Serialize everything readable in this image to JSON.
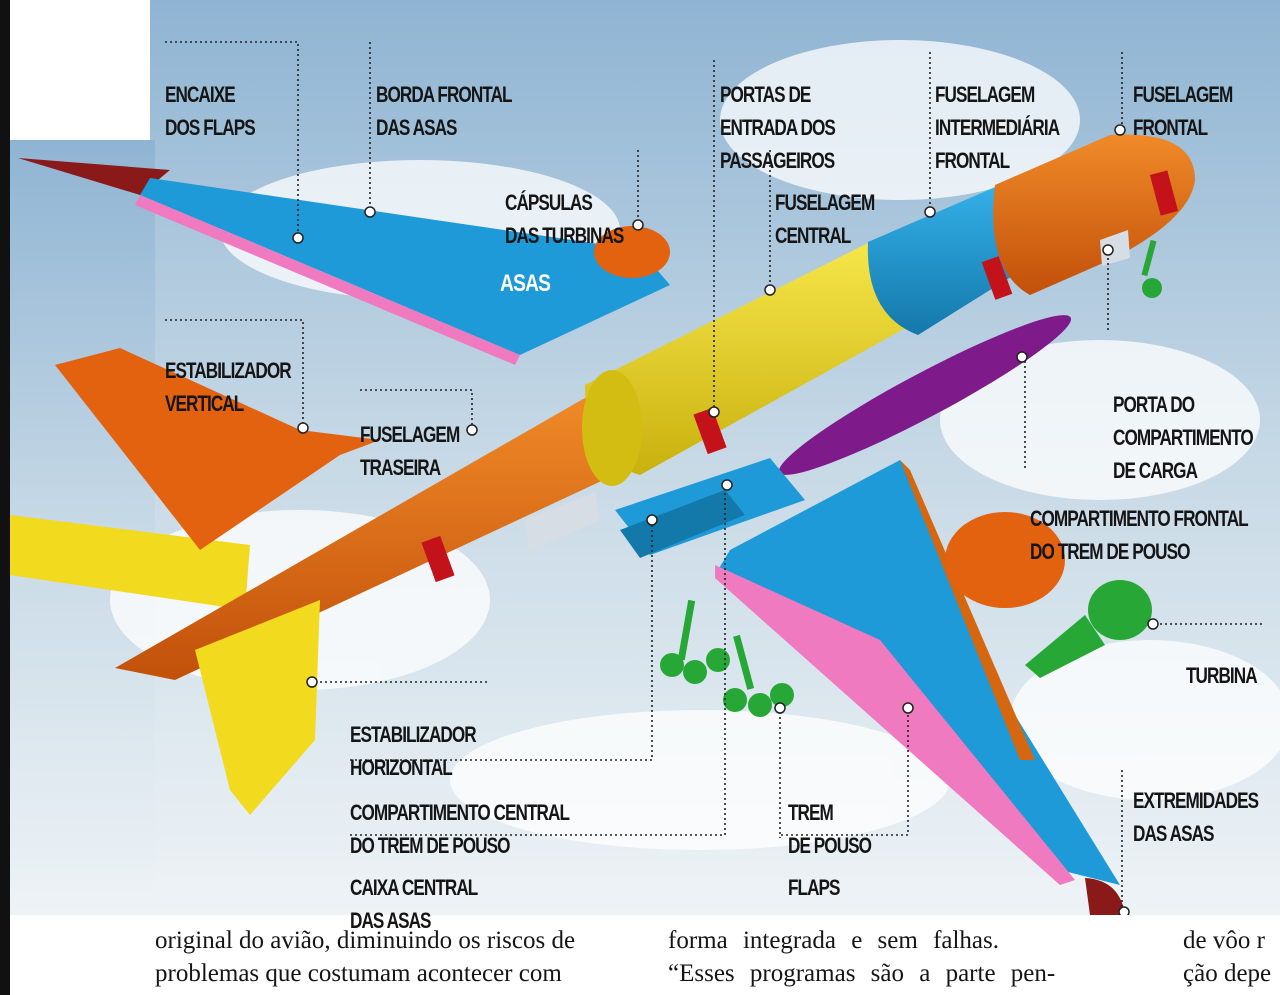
{
  "labels": {
    "encaixe_flaps": [
      "ENCAIXE",
      "DOS FLAPS"
    ],
    "borda_frontal": [
      "BORDA FRONTAL",
      "DAS ASAS"
    ],
    "portas_entrada": [
      "PORTAS DE",
      "ENTRADA DOS",
      "PASSAGEIROS"
    ],
    "fuselagem_intermediaria": [
      "FUSELAGEM",
      "INTERMEDIÁRIA",
      "FRONTAL"
    ],
    "fuselagem_frontal": [
      "FUSELAGEM",
      "FRONTAL"
    ],
    "capsulas_turbinas": [
      "CÁPSULAS",
      "DAS TURBINAS"
    ],
    "fuselagem_central": [
      "FUSELAGEM",
      "CENTRAL"
    ],
    "asas": "ASAS",
    "estabilizador_vertical": [
      "ESTABILIZADOR",
      "VERTICAL"
    ],
    "fuselagem_traseira": [
      "FUSELAGEM",
      "TRASEIRA"
    ],
    "porta_carga": [
      "PORTA DO",
      "COMPARTIMENTO",
      "DE CARGA"
    ],
    "comp_frontal_trem": [
      "COMPARTIMENTO FRONTAL",
      "DO TREM DE POUSO"
    ],
    "turbina": "TURBINA",
    "estabilizador_horizontal": [
      "ESTABILIZADOR",
      "HORIZONTAL"
    ],
    "comp_central_trem": [
      "COMPARTIMENTO CENTRAL",
      "DO TREM DE POUSO"
    ],
    "caixa_central": [
      "CAIXA CENTRAL",
      "DAS ASAS"
    ],
    "trem_pouso": [
      "TREM",
      "DE POUSO"
    ],
    "flaps": "FLAPS",
    "extremidades": [
      "EXTREMIDADES",
      "DAS ASAS"
    ]
  },
  "body_text": {
    "col1": [
      "original do avião, diminuindo os riscos de",
      "problemas que costumam acontecer com"
    ],
    "col2": [
      "forma integrada e sem falhas.",
      "“Esses programas são a parte pen-"
    ],
    "col3": [
      "de vôo r",
      "ção depe"
    ]
  },
  "colors": {
    "orange": "#E2620F",
    "yellow": "#F2DA1E",
    "blue": "#1E9AD8",
    "pink": "#F07AC0",
    "green": "#27A836",
    "purple": "#7E1A8A",
    "maroon": "#8A1A1A"
  }
}
